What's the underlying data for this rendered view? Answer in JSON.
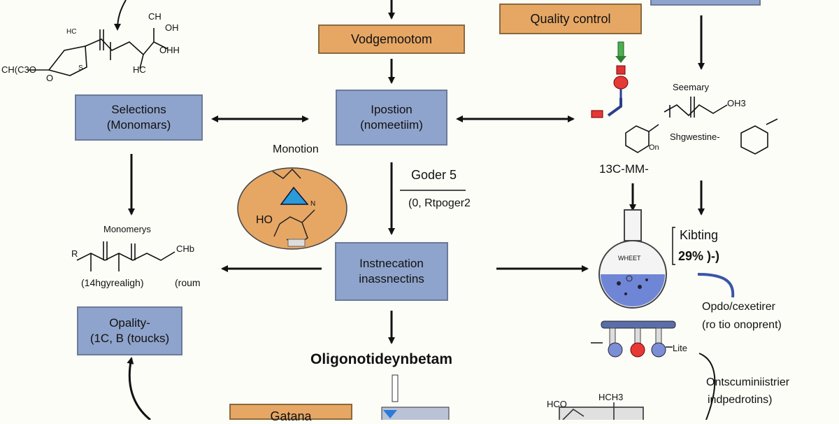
{
  "boxes": {
    "top_center": "Vodgemootom",
    "quality_control": "Quality control",
    "selections_line1": "Selections",
    "selections_line2": "(Monomars)",
    "ipostion_line1": "Ipostion",
    "ipostion_line2": "(nomeetiim)",
    "instnecation_line1": "Instnecation",
    "instnecation_line2": "inassnectins",
    "opality_line1": "Opality-",
    "opality_line2": "(1C, B (toucks)",
    "gatana": "Gatana"
  },
  "labels": {
    "monotion": "Monotion",
    "goder": "Goder 5",
    "goder_sub": "(0, Rtpoger2",
    "monomers": "Monomerys",
    "monomers_sub": "(14hgyrealigh)",
    "monomers_side": "(roum",
    "oligo": "Oligonotideynbetam",
    "seemary": "Seemary",
    "shgwestine": "Shgwestine-",
    "c13": "13C-MM-",
    "kibting": "Kibting",
    "kibting_val": "29% )-)",
    "opdo_line1": "Opdo/cexetirer",
    "opdo_line2": "(ro tio onoprent)",
    "onts_line1": "Ontscuminiistrier",
    "onts_line2": "indpedrotins)",
    "flask_label": "WHEET",
    "lite": "Lite",
    "chem_ch": "CH",
    "chem_oh": "OH",
    "chem_hc": "HC",
    "chem_ch3": "CH(C3O",
    "chem_o": "O",
    "chem_ho": "HO",
    "chem_ohh": "OHH",
    "chem_hc2": "HC",
    "chem_oh3": "OH3",
    "chem_hco": "HCO",
    "chem_hch3": "HCH3",
    "chem_chb": "CHb",
    "chem_r": "R",
    "chem_on": "On",
    "chem_n": "N",
    "chem_s": "S"
  },
  "colors": {
    "blue_box": "#8fa4cc",
    "orange_box": "#e6a765",
    "arrow": "#111111",
    "flask_liquid": "#6f86d6"
  }
}
